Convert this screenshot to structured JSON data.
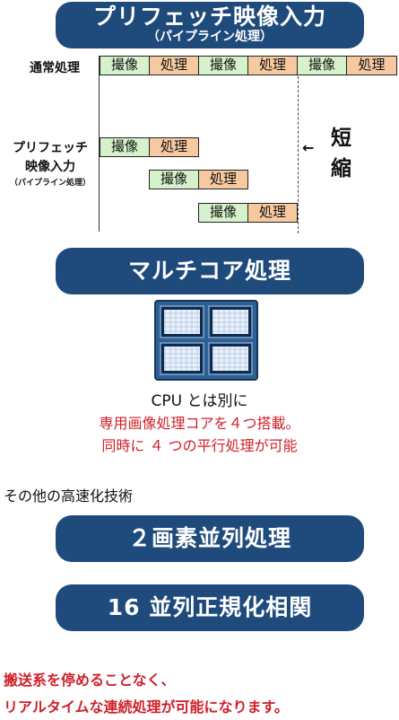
{
  "header": {
    "title": "プリフェッチ映像入力",
    "subtitle": "（パイプライン処理）"
  },
  "timing": {
    "normal_label": "通常処理",
    "prefetch_label_1": "プリフェッチ",
    "prefetch_label_2": "映像入力",
    "prefetch_label_3": "（パイプライン処理）",
    "capture": "撮像",
    "process": "処理",
    "arrow": "←",
    "short_1": "短",
    "short_2": "縮"
  },
  "multicore": {
    "title": "マルチコア処理",
    "line1": "CPU とは別に",
    "line2": "専用画像処理コアを４つ搭載。",
    "line3": "同時に ４ つの平行処理が可能"
  },
  "other": {
    "heading": "その他の高速化技術",
    "item1": "２画素並列処理",
    "item2": "16 並列正規化相関"
  },
  "footer": {
    "line1": "搬送系を停めることなく、",
    "line2": "リアルタイムな連続処理が可能になります。"
  },
  "colors": {
    "pill": "#1e4a7c",
    "capture": "#d6f2cc",
    "process": "#f7c9a1",
    "accent_red": "#d0202a"
  }
}
